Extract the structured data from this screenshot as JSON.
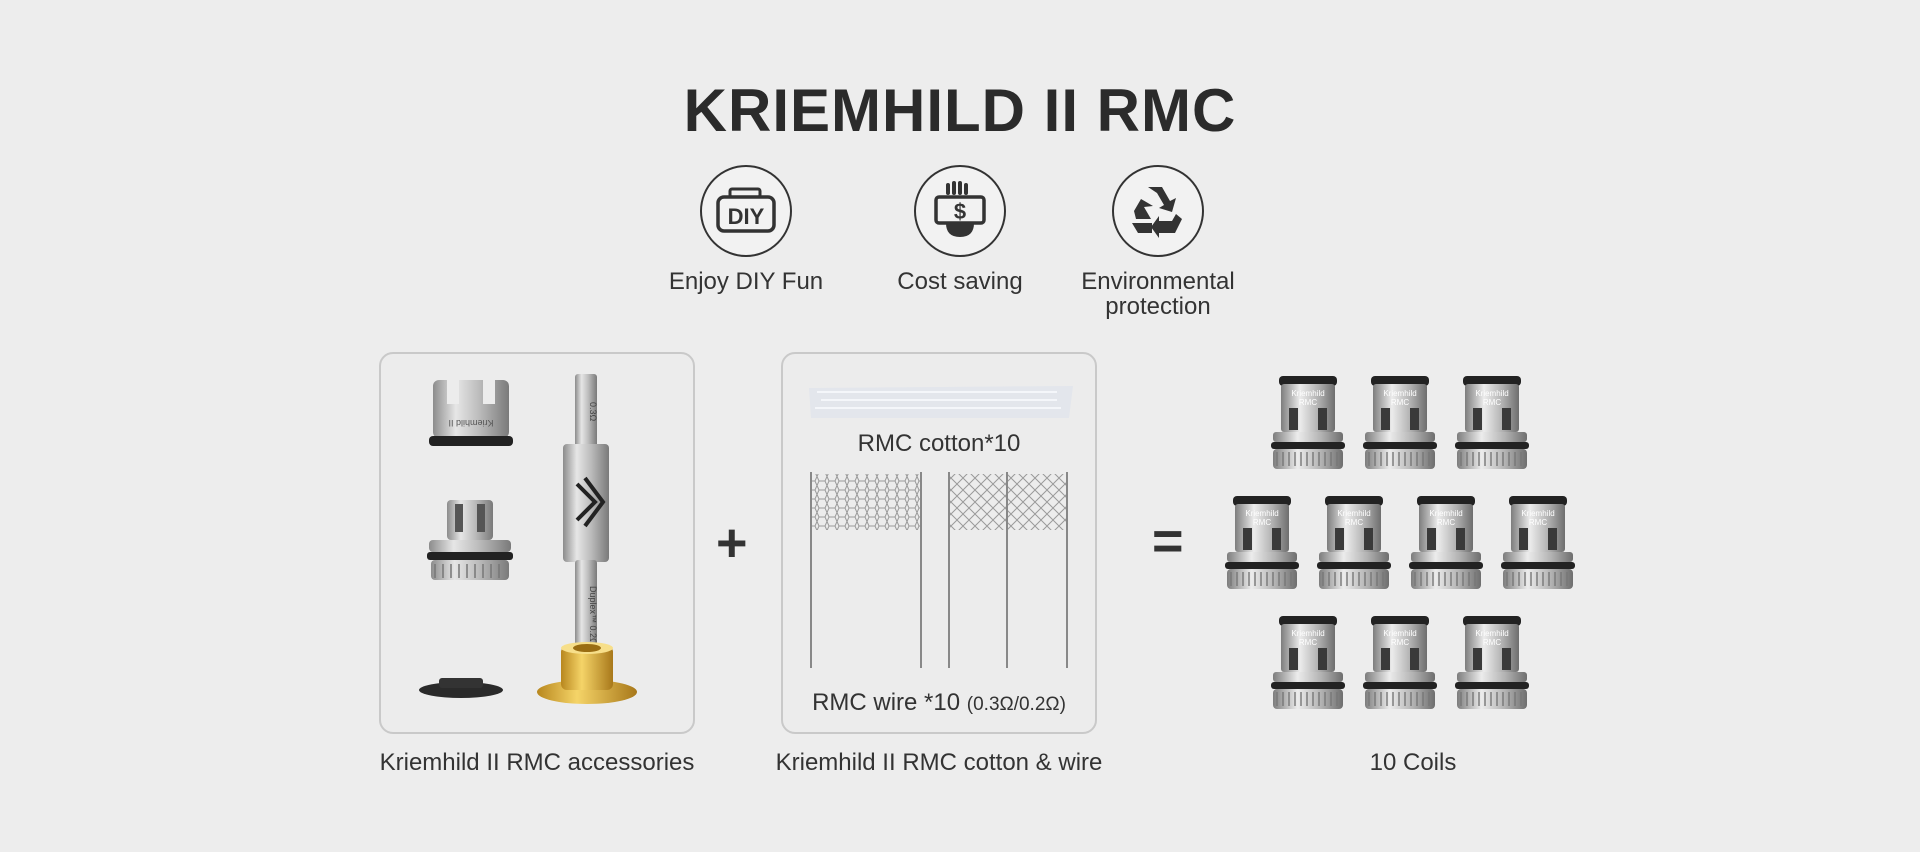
{
  "title": "KRIEMHILD II RMC",
  "features": [
    {
      "icon": "diy-icon",
      "label": "Enjoy DIY Fun"
    },
    {
      "icon": "cost-saving-icon",
      "label": "Cost saving"
    },
    {
      "icon": "recycle-icon",
      "label_line1": "Environmental",
      "label_line2": "protection"
    }
  ],
  "accessories": {
    "caption": "Kriemhild II RMC accessories",
    "tube_label_top": "0.3Ω",
    "tube_label_bottom": "Duplex™ 0.2Ω",
    "head_label": "Kriemhild II"
  },
  "cotton_wire": {
    "cotton_label": "RMC cotton*10",
    "wire_label": "RMC wire *10",
    "wire_spec": "(0.3Ω/0.2Ω)",
    "caption": "Kriemhild II RMC cotton & wire"
  },
  "operators": {
    "plus": "+",
    "equals": "="
  },
  "coils": {
    "caption": "10 Coils",
    "coil_text_1": "Kriemhild",
    "coil_text_2": "RMC",
    "rows": [
      3,
      4,
      3
    ]
  },
  "colors": {
    "background": "#ededed",
    "text": "#333333",
    "box_border": "#c9c9c9",
    "gold": "#d9b23a"
  }
}
